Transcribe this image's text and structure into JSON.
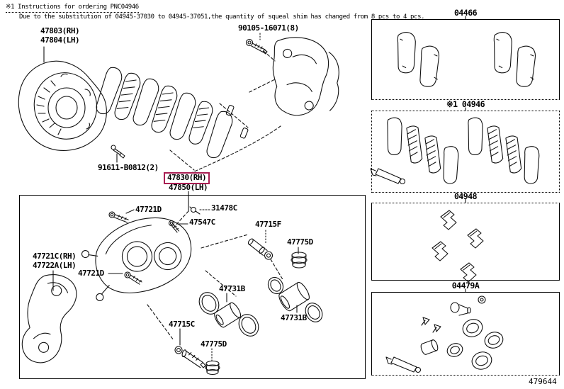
{
  "note": {
    "line1": "※1 Instructions for ordering PNC04946",
    "line2": "Due to the substitution of 04945-37030 to 04945-37051,the quantity of squeal shim has changed from 8 pcs to 4 pcs."
  },
  "exploded_view": {
    "dust_shield_rh": "47803(RH)",
    "dust_shield_lh": "47804(LH)",
    "mount_bolt": "90105-16071(8)",
    "shield_screw": "91611-B0812(2)",
    "caliper_rh": "47830(RH)",
    "caliper_lh": "47850(LH)"
  },
  "caliper_assembly": {
    "slide_pin_bolt_top": "47721D",
    "bleeder_plug": "31478C",
    "bleeder_screw": "47547C",
    "slide_pin_upper": "47715F",
    "pin_boot_upper": "47775D",
    "mounting_bracket_rh": "47721C(RH)",
    "mounting_bracket_lh": "47722A(LH)",
    "slide_pin_bolt_left": "47721D",
    "piston_seal_a": "47731B",
    "piston_b": "47731B",
    "slide_pin_lower": "47715C",
    "pin_boot_lower": "47775D"
  },
  "kits": {
    "pad_kit": "04466",
    "shim_kit": "※1 04946",
    "fitting_kit": "04948",
    "cylinder_kit": "04479A"
  },
  "figure_number": "479644",
  "colors": {
    "highlight": "#a81e52",
    "line": "#111111"
  }
}
